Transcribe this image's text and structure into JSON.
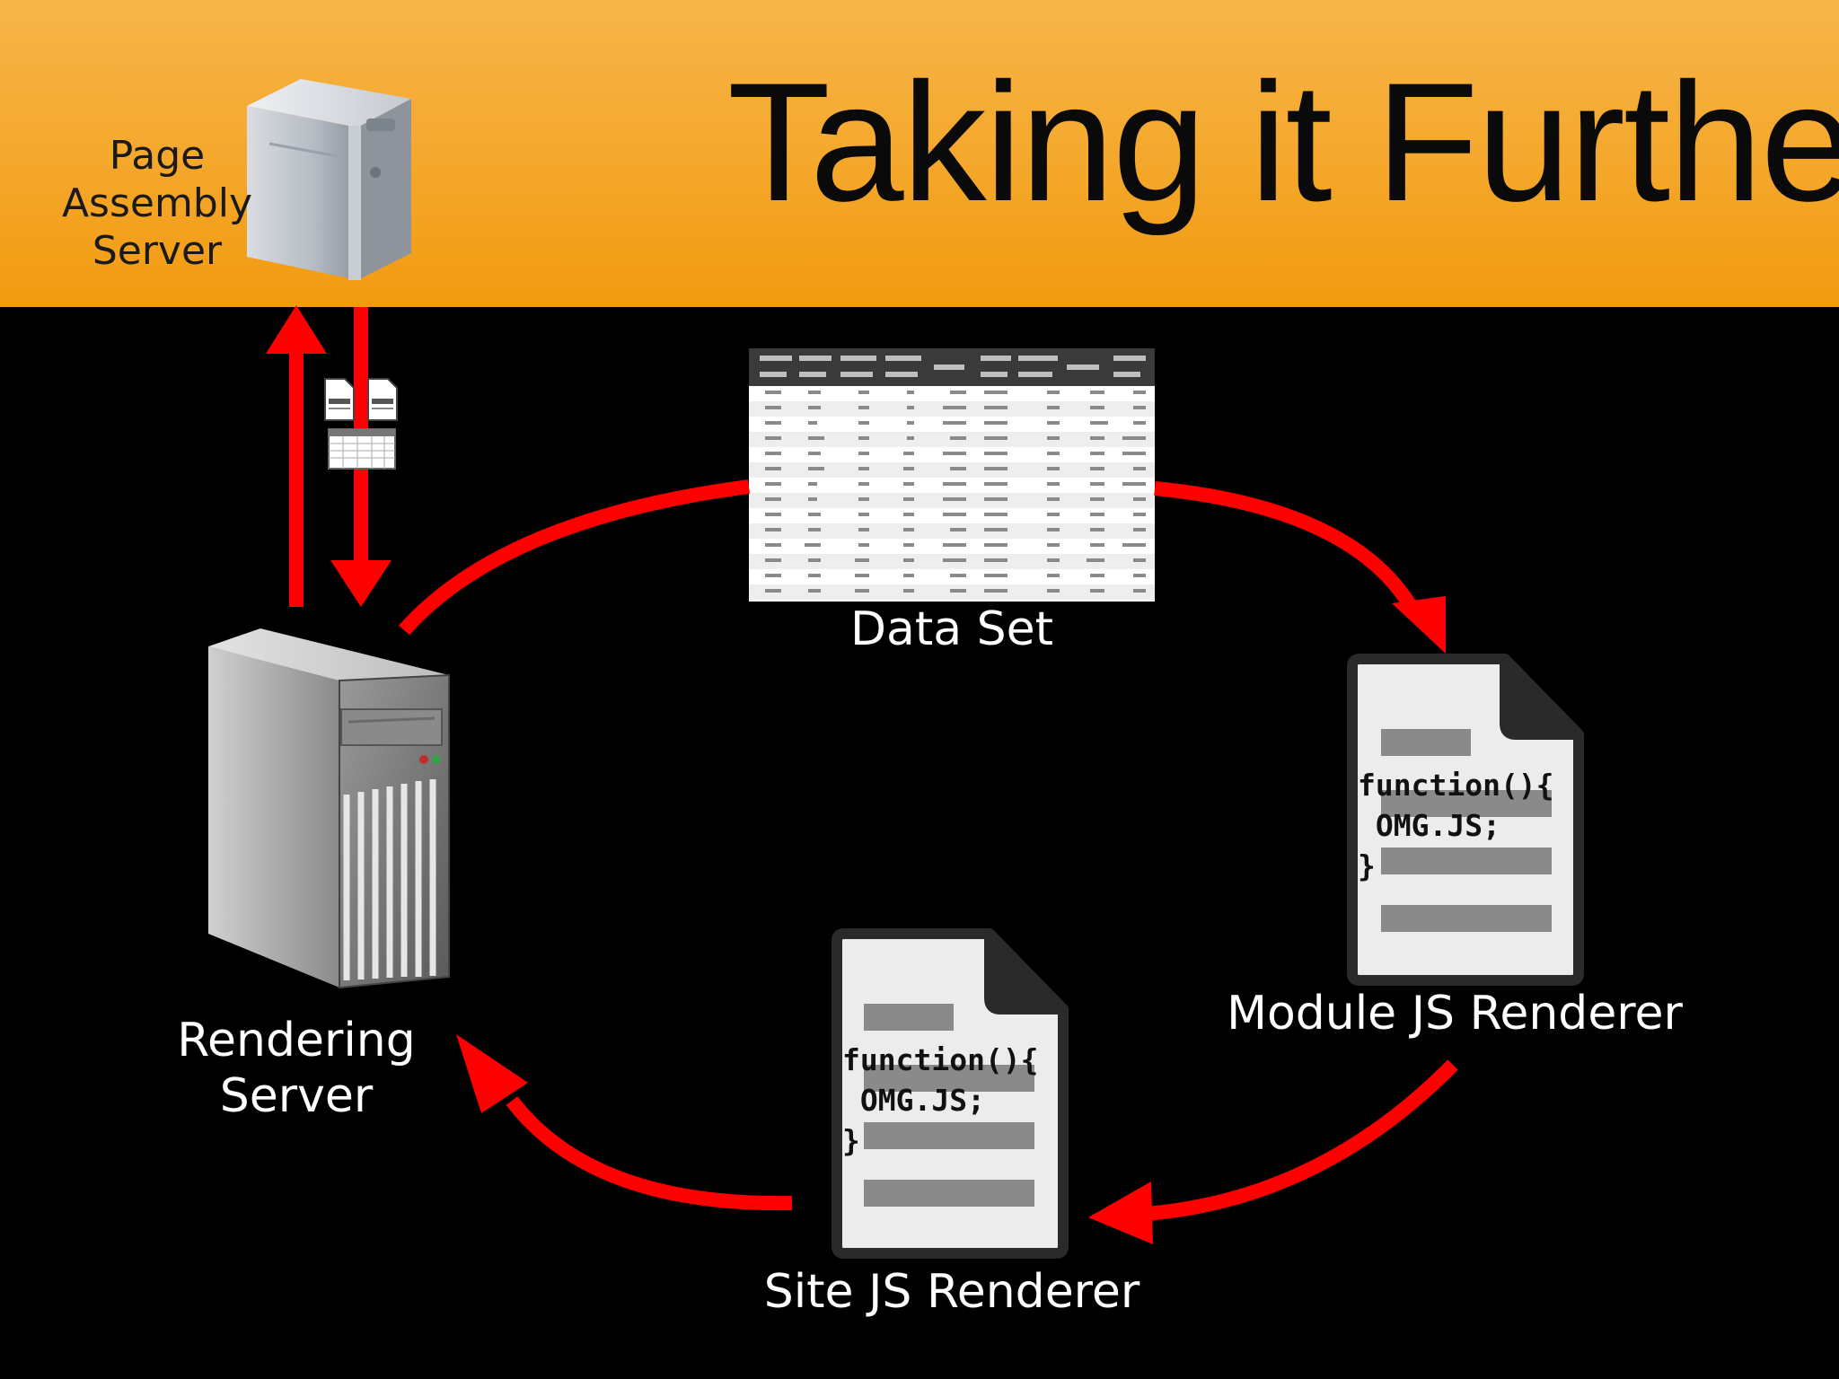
{
  "slide": {
    "title": "Taking it Further"
  },
  "nodes": {
    "page_assembly_server": {
      "label": "Page\nAssembly\nServer"
    },
    "rendering_server": {
      "label": "Rendering\nServer"
    },
    "data_set": {
      "label": "Data Set"
    },
    "module_js_renderer": {
      "label": "Module JS Renderer",
      "code": "function(){\n OMG.JS;\n}"
    },
    "site_js_renderer": {
      "label": "Site JS Renderer",
      "code": "function(){\n OMG.JS;\n}"
    }
  },
  "colors": {
    "header_band": "#f4a62a",
    "background": "#000000",
    "arrow": "#ff0000",
    "label_on_dark": "#ffffff",
    "label_on_header": "#1a1a1a"
  },
  "icons": {
    "page_assembly_server": "server-tower-icon",
    "rendering_server": "server-tower-icon",
    "data_set": "spreadsheet-icon",
    "module_js_renderer": "document-icon",
    "site_js_renderer": "document-icon",
    "payload": "small-document-icon"
  }
}
